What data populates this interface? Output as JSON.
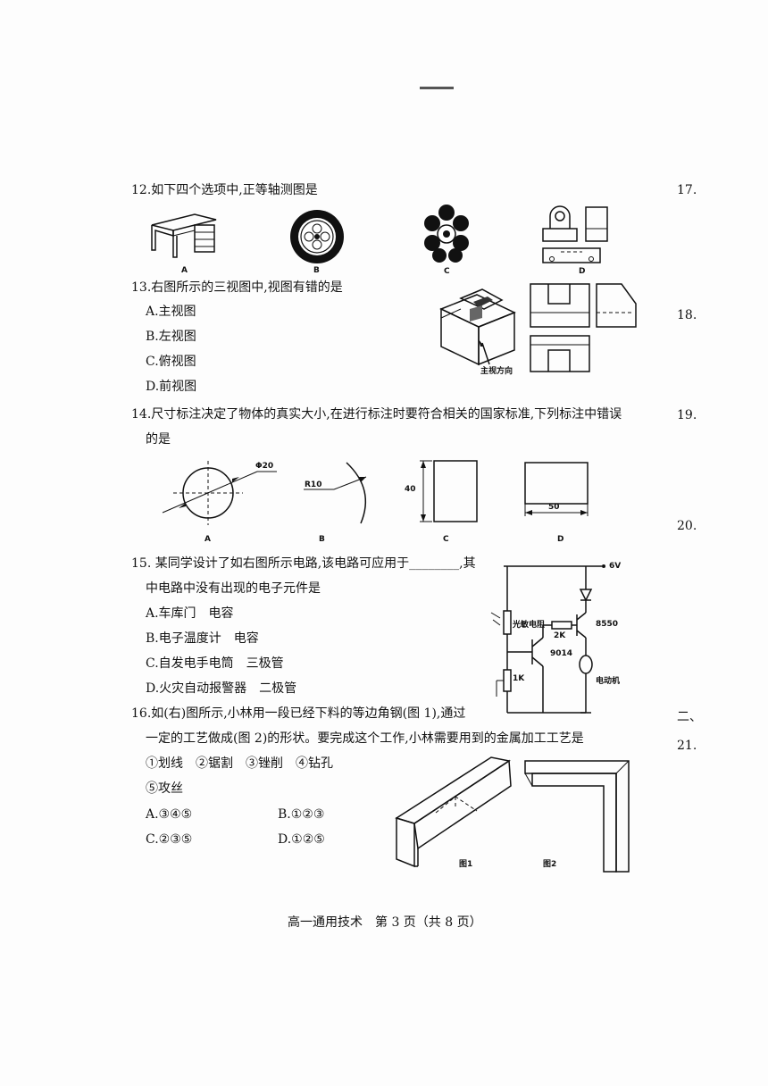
{
  "q12": {
    "stem": "12.如下四个选项中,正等轴测图是",
    "labels": [
      "A",
      "B",
      "C",
      "D"
    ]
  },
  "q13": {
    "stem": "13.右图所示的三视图中,视图有错的是",
    "options": [
      "A.主视图",
      "B.左视图",
      "C.俯视图",
      "D.前视图"
    ],
    "figure_label": "主视方向"
  },
  "q14": {
    "stem_line1": "14.尺寸标注决定了物体的真实大小,在进行标注时要符合相关的国家标准,下列标注中错误",
    "stem_line2": "的是",
    "dims": {
      "a": "Φ20",
      "b": "R10",
      "c": "40",
      "d": "50"
    },
    "labels": [
      "A",
      "B",
      "C",
      "D"
    ]
  },
  "q15": {
    "stem_line1": "15. 某同学设计了如右图所示电路,该电路可应用于________,其",
    "stem_line2": "中电路中没有出现的电子元件是",
    "options": [
      "A.车库门　电容",
      "B.电子温度计　电容",
      "C.自发电手电筒　三极管",
      "D.火灾自动报警器　二极管"
    ],
    "circuit": {
      "voltage": "6V",
      "ldr": "光敏电阻",
      "r1": "2K",
      "t1": "8550",
      "t2": "9014",
      "r2": "1K",
      "motor": "电动机"
    }
  },
  "q16": {
    "stem_line1": "16.如(右)图所示,小林用一段已经下料的等边角钢(图 1),通过",
    "stem_line2": "一定的工艺做成(图 2)的形状。要完成这个工作,小林需要用到的金属加工工艺是",
    "processes_line1": "①划线　②锯割　③锉削　④钻孔",
    "processes_line2": "⑤攻丝",
    "options": [
      "A.③④⑤",
      "B.①②③",
      "C.②③⑤",
      "D.①②⑤"
    ],
    "fig1": "图1",
    "fig2": "图2"
  },
  "margin_numbers": [
    "17.",
    "18.",
    "19.",
    "20.",
    "二、",
    "21."
  ],
  "footer": "高一通用技术　第 3 页（共 8 页）"
}
